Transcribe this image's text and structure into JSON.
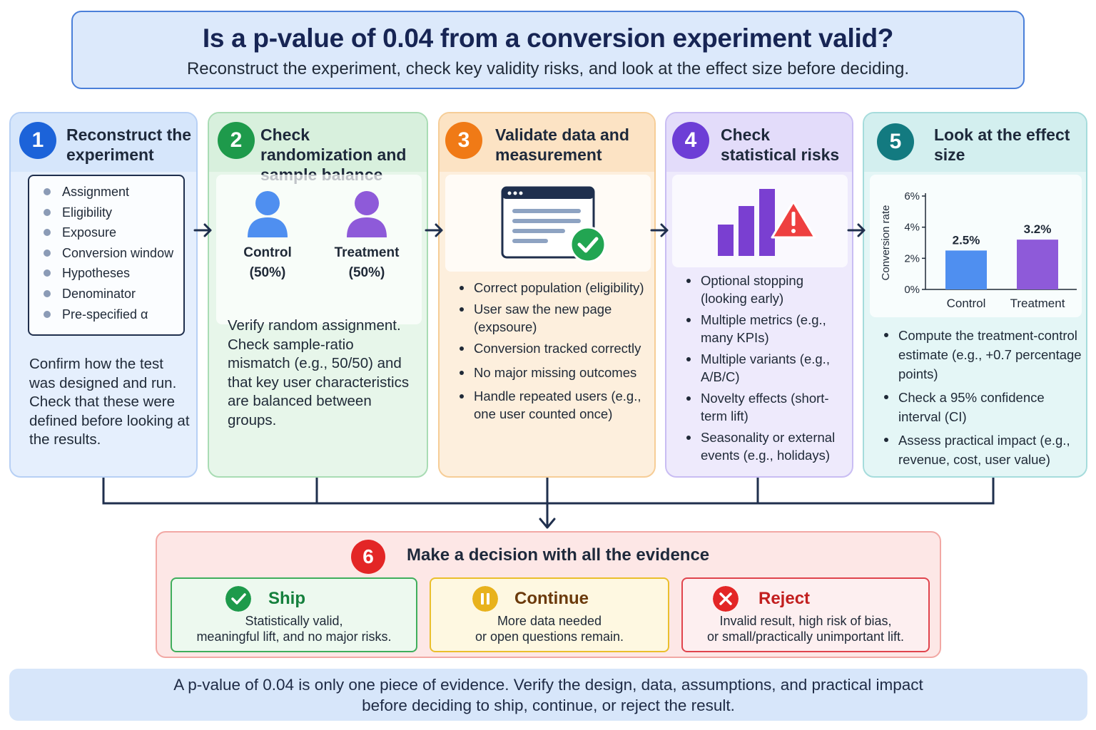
{
  "header": {
    "title": "Is a p-value of 0.04 from a conversion experiment valid?",
    "subtitle": "Reconstruct the experiment, check key validity risks, and look at the effect size before deciding."
  },
  "step1": {
    "number": "1",
    "title": "Reconstruct the experiment",
    "checklist": [
      "Assignment",
      "Eligibility",
      "Exposure",
      "Conversion window",
      "Hypotheses",
      "Denominator",
      "Pre-specified α"
    ],
    "description": "Confirm how the test was designed and run. Check that these were defined before looking at the results."
  },
  "step2": {
    "number": "2",
    "title": "Check randomization and sample balance",
    "groups": [
      {
        "name": "Control",
        "share": "(50%)",
        "color": "#4f8ff0"
      },
      {
        "name": "Treatment",
        "share": "(50%)",
        "color": "#8e5ad9"
      }
    ],
    "description": "Verify random assignment. Check sample-ratio mismatch (e.g., 50/50) and that key user characteristics are balanced between groups."
  },
  "step3": {
    "number": "3",
    "title": "Validate data and measurement",
    "icon": "browser-check-icon",
    "items": [
      "Correct population (eligibility)",
      "User saw the new page (expsoure)",
      "Conversion tracked correctly",
      "No major missing outcomes",
      "Handle repeated users (e.g., one user counted once)"
    ]
  },
  "step4": {
    "number": "4",
    "title": "Check statistical risks",
    "icon": "bar-chart-warning-icon",
    "items": [
      "Optional stopping (looking early)",
      "Multiple metrics (e.g., many KPIs)",
      "Multiple variants (e.g., A/B/C)",
      "Novelty effects (short-term lift)",
      "Seasonality or external events (e.g., holidays)"
    ]
  },
  "step5": {
    "number": "5",
    "title": "Look at the effect size",
    "items": [
      "Compute the treatment-control estimate (e.g., +0.7 percentage points)",
      "Check a 95% confidence interval (CI)",
      "Assess practical impact (e.g., revenue, cost, user value)"
    ]
  },
  "chart_data": {
    "type": "bar",
    "categories": [
      "Control",
      "Treatment"
    ],
    "values": [
      2.5,
      3.2
    ],
    "data_labels": [
      "2.5%",
      "3.2%"
    ],
    "colors": [
      "#4f8ff0",
      "#8e5ad9"
    ],
    "ylabel": "Conversion rate",
    "ylim": [
      0,
      6
    ],
    "yticks": [
      0,
      2,
      4,
      6
    ],
    "ytick_labels": [
      "0%",
      "2%",
      "4%",
      "6%"
    ],
    "grid": false
  },
  "decision": {
    "number": "6",
    "title": "Make a decision with all the evidence",
    "options": [
      {
        "label": "Ship",
        "line1": "Statistically valid,",
        "line2": "meaningful lift, and no major risks.",
        "color": "#1e9a4b",
        "icon": "check-icon"
      },
      {
        "label": "Continue",
        "line1": "More data needed",
        "line2": "or open questions remain.",
        "color": "#e8b21c",
        "icon": "pause-icon"
      },
      {
        "label": "Reject",
        "line1": "Invalid result, high risk of bias,",
        "line2": "or small/practically unimportant lift.",
        "color": "#e32626",
        "icon": "x-icon"
      }
    ]
  },
  "footer": {
    "line1": "A p-value of 0.04 is only one piece of evidence. Verify the design, data, assumptions, and practical impact",
    "line2": "before deciding to ship, continue, or reject the result."
  }
}
